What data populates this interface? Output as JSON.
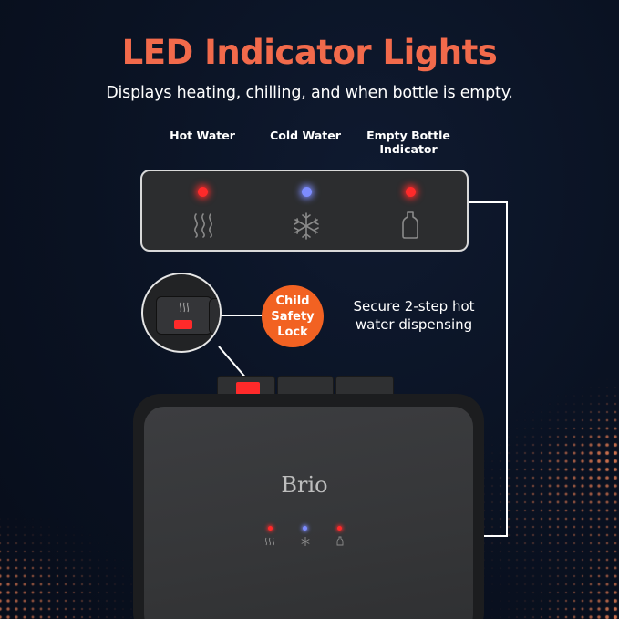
{
  "heading": {
    "title": "LED Indicator Lights",
    "subtitle": "Displays heating, chilling, and when bottle is empty."
  },
  "indicators": [
    {
      "label": "Hot Water",
      "led_color": "#ff2a2a",
      "icon": "heat-waves-icon"
    },
    {
      "label": "Cold Water",
      "led_color": "#7d8cff",
      "icon": "snowflake-icon"
    },
    {
      "label": "Empty Bottle Indicator",
      "led_color": "#ff2a2a",
      "icon": "bottle-icon"
    }
  ],
  "child_lock": {
    "badge_lines": [
      "Child",
      "Safety",
      "Lock"
    ],
    "badge_color": "#f26222",
    "description": "Secure 2-step hot water dispensing"
  },
  "dispenser": {
    "brand": "Brio",
    "button_accent": "#ff2a2a"
  },
  "colors": {
    "title": "#f26a4b",
    "connector": "#ffffff",
    "dots": "#e07a52"
  }
}
